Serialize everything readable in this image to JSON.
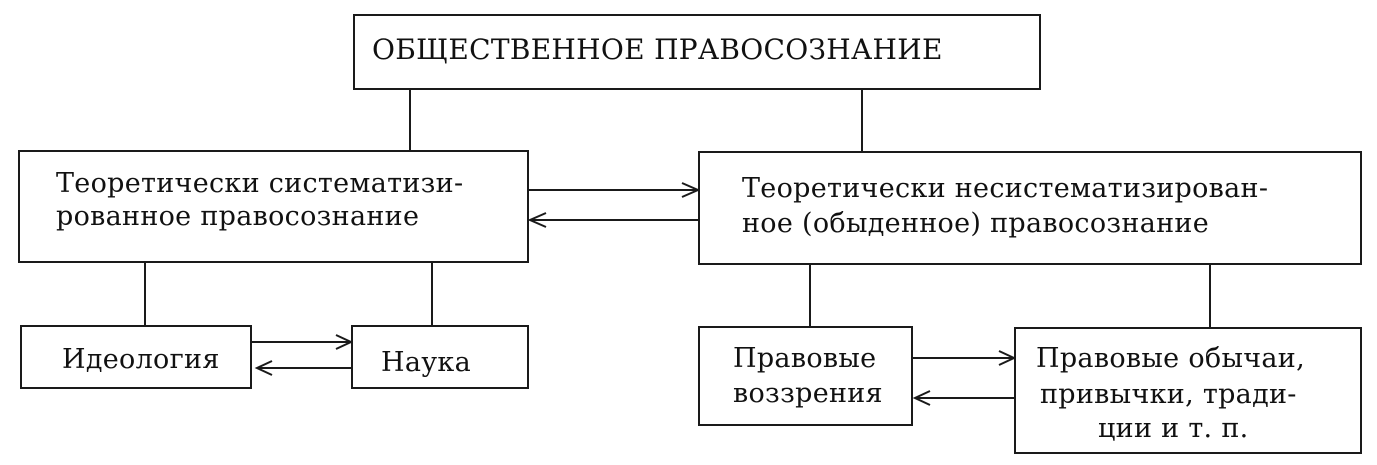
{
  "diagram": {
    "root": {
      "label": "ОБЩЕСТВЕННОЕ ПРАВОСОЗНАНИЕ"
    },
    "theoretical": {
      "line1": "Теоретически систематизи-",
      "line2": "рованное правосознание"
    },
    "everyday": {
      "line1": "Теоретически несистематизирован-",
      "line2": "ное (обыденное) правосознание"
    },
    "ideology": {
      "label": "Идеология"
    },
    "science": {
      "label": "Наука"
    },
    "legal_views": {
      "line1": "Правовые",
      "line2": "воззрения"
    },
    "legal_customs": {
      "line1": "Правовые обычаи,",
      "line2": "привычки, тради-",
      "line3": "ции и т. п."
    }
  }
}
